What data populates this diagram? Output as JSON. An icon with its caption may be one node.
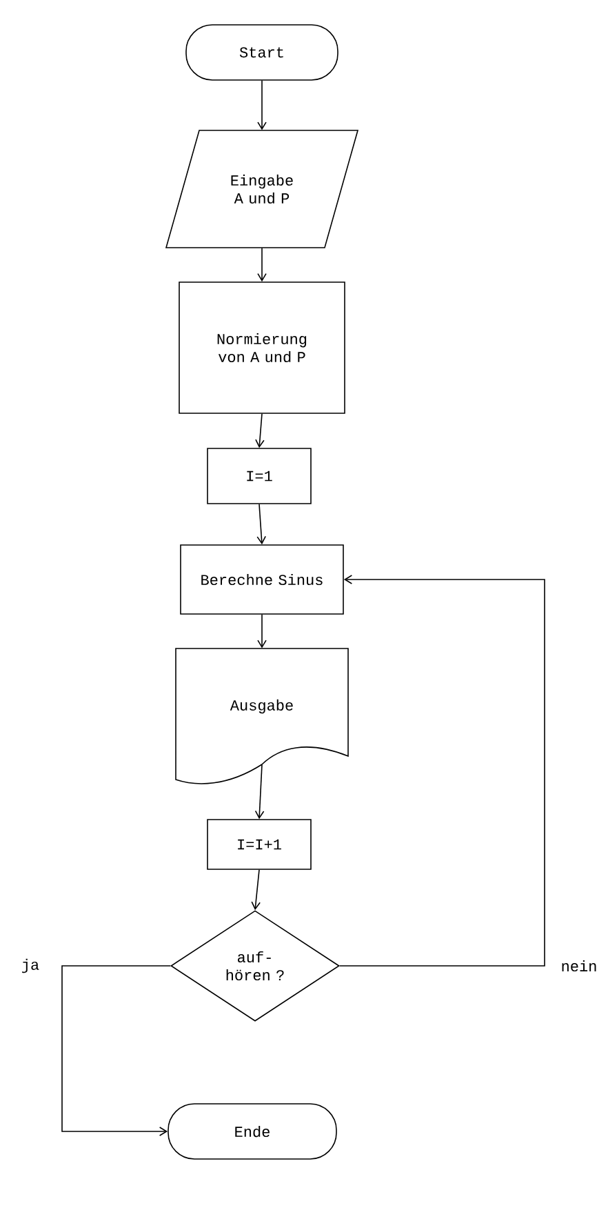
{
  "diagram": {
    "nodes": [
      {
        "text": [
          "Start"
        ]
      },
      {
        "text": [
          "Eingabe A und P"
        ]
      },
      {
        "text": [
          "Normierung von A und P"
        ]
      },
      {
        "text": [
          "I=1"
        ]
      },
      {
        "text": [
          "Berechne Sinus"
        ]
      },
      {
        "text": [
          "Ausgabe"
        ]
      },
      {
        "text": [
          "I=I+1"
        ]
      },
      {
        "text": [
          "auf- hören ?"
        ]
      },
      {
        "text": [
          "Ende"
        ]
      }
    ],
    "edges": [
      {
        "from": 0,
        "to": 1,
        "arrow": "to"
      },
      {
        "from": 1,
        "to": 2,
        "arrow": "to"
      },
      {
        "from": 2,
        "to": 3,
        "arrow": "to"
      },
      {
        "from": 3,
        "to": 4,
        "arrow": "to"
      },
      {
        "from": 4,
        "to": 5,
        "arrow": "to"
      },
      {
        "from": 5,
        "to": 6,
        "arrow": "to"
      },
      {
        "from": 6,
        "to": 7,
        "arrow": "to"
      },
      {
        "from": 7,
        "to": 4,
        "arrow": "to",
        "label": "nein"
      },
      {
        "from": 7,
        "to": 8,
        "arrow": "to",
        "label": "ja"
      }
    ]
  }
}
